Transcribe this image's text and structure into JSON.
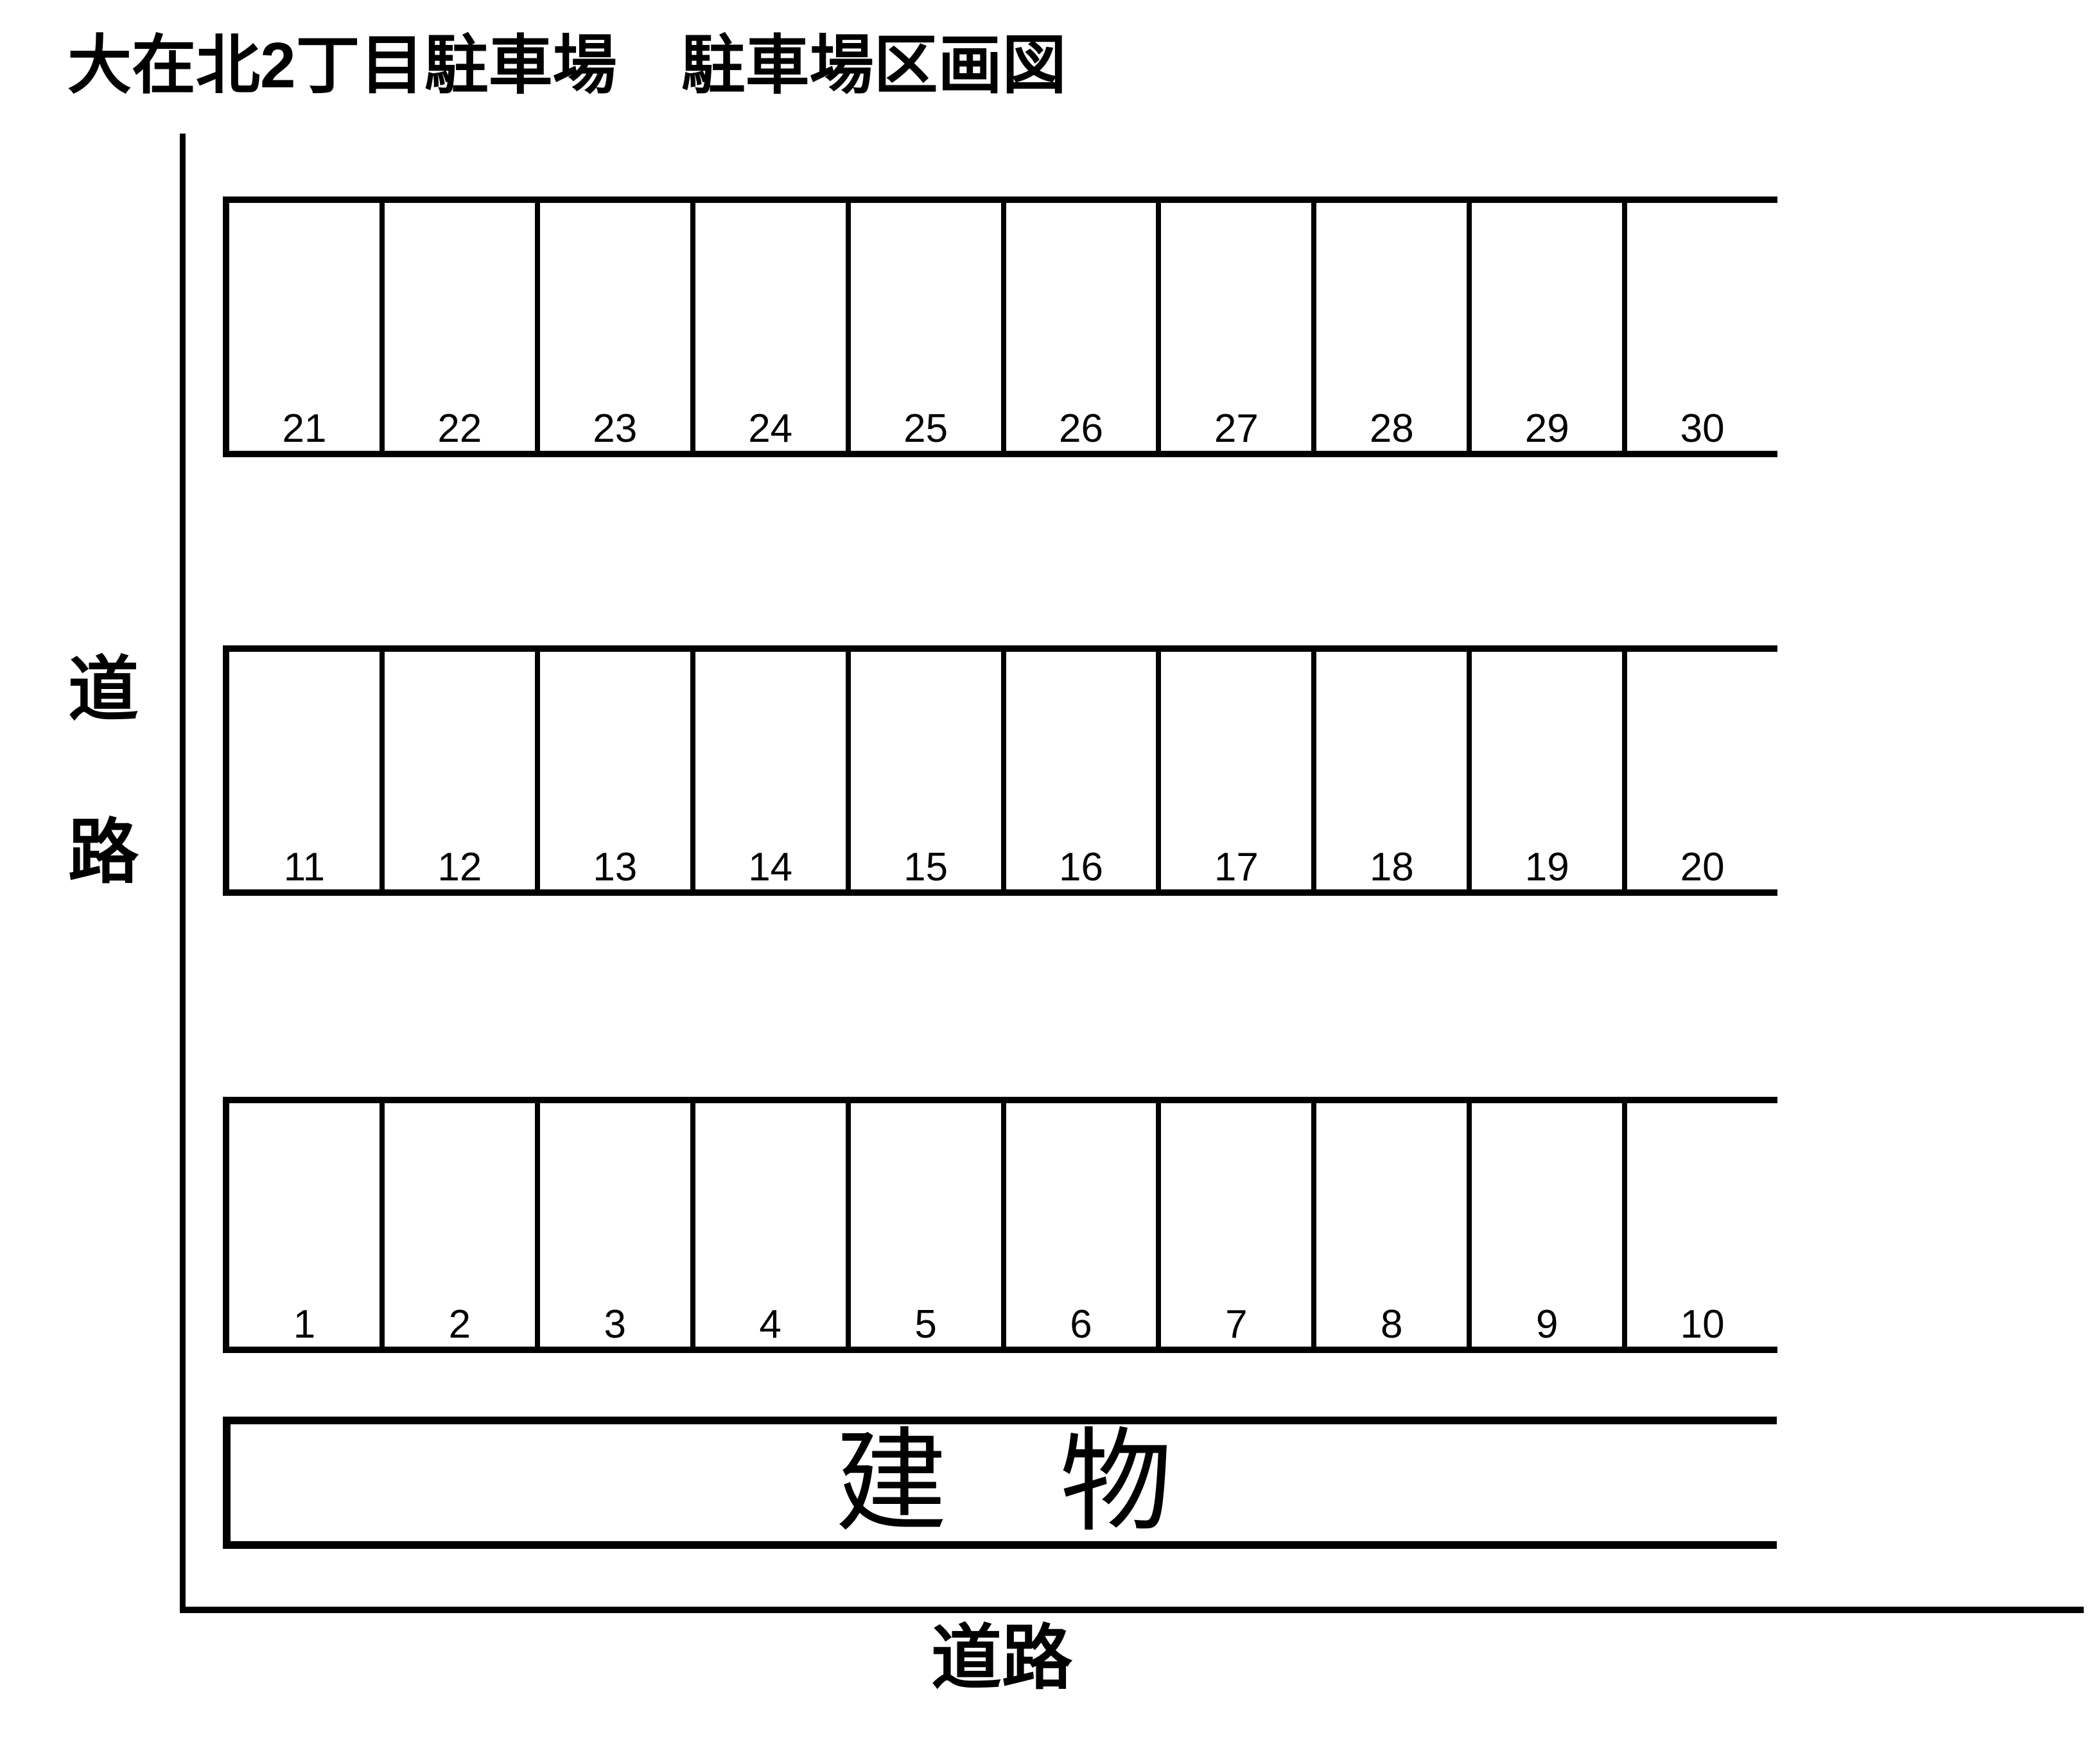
{
  "title": "大在北2丁目駐車場　駐車場区画図",
  "colors": {
    "ink": "#000000",
    "background": "#ffffff"
  },
  "road_labels": {
    "left_vertical": [
      "道",
      "路"
    ],
    "bottom": "道路"
  },
  "building_label": "建　物",
  "parking_rows": [
    {
      "name": "top-row",
      "stalls": [
        "21",
        "22",
        "23",
        "24",
        "25",
        "26",
        "27",
        "28",
        "29",
        "30"
      ]
    },
    {
      "name": "middle-row",
      "stalls": [
        "11",
        "12",
        "13",
        "14",
        "15",
        "16",
        "17",
        "18",
        "19",
        "20"
      ]
    },
    {
      "name": "bottom-row",
      "stalls": [
        "1",
        "2",
        "3",
        "4",
        "5",
        "6",
        "7",
        "8",
        "9",
        "10"
      ]
    }
  ]
}
